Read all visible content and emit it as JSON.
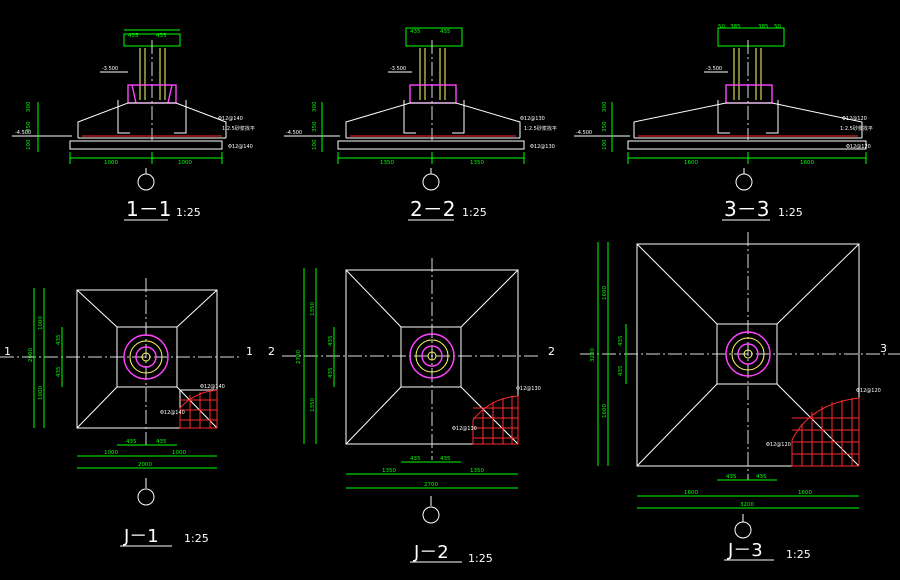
{
  "sections": [
    {
      "id": "s1",
      "title": "1－1",
      "scale": "1:25",
      "dims_bottom": [
        "1000",
        "1000"
      ],
      "dims_top": [
        "435",
        "435"
      ],
      "level_column": "-3.500",
      "level_found": "-4.500",
      "rebar_top": "Φ12@140",
      "rebar_bottom": "Φ12@140",
      "note": "1:2.5砂浆找平",
      "left_dims": [
        "300",
        "350",
        "100"
      ]
    },
    {
      "id": "s2",
      "title": "2－2",
      "scale": "1:25",
      "dims_bottom": [
        "1350",
        "1350"
      ],
      "dims_top": [
        "435",
        "435"
      ],
      "level_column": "-3.500",
      "level_found": "-4.500",
      "rebar_top": "Φ12@130",
      "rebar_bottom": "Φ12@130",
      "note": "1:2.5砂浆找平",
      "left_dims": [
        "300",
        "350",
        "100"
      ]
    },
    {
      "id": "s3",
      "title": "3－3",
      "scale": "1:25",
      "dims_bottom": [
        "1600",
        "1600"
      ],
      "dims_top": [
        "50",
        "385",
        "385",
        "50"
      ],
      "level_column": "-3.500",
      "level_found": "-4.500",
      "rebar_top": "Φ12@120",
      "rebar_bottom": "Φ12@120",
      "note": "1:2.5砂浆找平",
      "left_dims": [
        "300",
        "350",
        "100"
      ]
    }
  ],
  "plans": [
    {
      "id": "j1",
      "title": "J－1",
      "scale": "1:25",
      "axis": "1",
      "dims_bottom": [
        "1000",
        "1000"
      ],
      "total": "2000",
      "inner": [
        "435",
        "435"
      ],
      "left_dims": [
        "1000",
        "1000"
      ],
      "inner_left": [
        "435",
        "435"
      ],
      "left_total": "2000",
      "rebar": "Φ12@140"
    },
    {
      "id": "j2",
      "title": "J－2",
      "scale": "1:25",
      "axis": "2",
      "dims_bottom": [
        "1350",
        "1350"
      ],
      "total": "2700",
      "inner": [
        "435",
        "435"
      ],
      "left_dims": [
        "1350",
        "1350"
      ],
      "inner_left": [
        "435",
        "435"
      ],
      "left_total": "2700",
      "rebar": "Φ12@130"
    },
    {
      "id": "j3",
      "title": "J－3",
      "scale": "1:25",
      "axis": "3",
      "dims_bottom": [
        "1600",
        "1600"
      ],
      "total": "3200",
      "inner": [
        "435",
        "435"
      ],
      "left_dims": [
        "1600",
        "1600"
      ],
      "inner_left": [
        "435",
        "435"
      ],
      "left_total": "3200",
      "rebar": "Φ12@120"
    }
  ],
  "colors": {
    "background": "#000000",
    "outline": "#ffffff",
    "dimension": "#00ff00",
    "rebar": "#ff2a2a",
    "bolt": "#ffff66",
    "steel": "#ff44ff"
  }
}
